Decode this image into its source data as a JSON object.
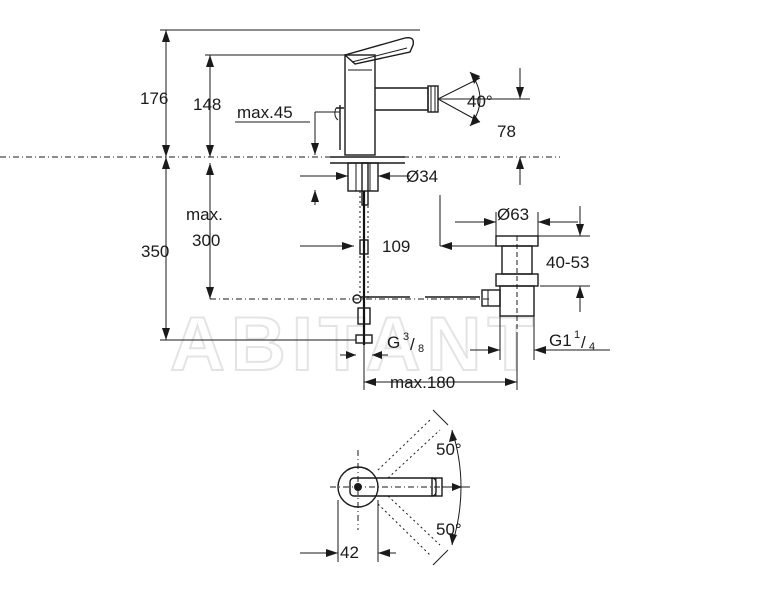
{
  "watermark": "ABITANT",
  "dimensions": {
    "h176": "176",
    "h148": "148",
    "max45": "max.45",
    "angle40": "40°",
    "d78": "78",
    "dia34": "Ø34",
    "max_label": "max.",
    "v300": "300",
    "h350": "350",
    "d109": "109",
    "dia63": "Ø63",
    "r4053": "40-53",
    "g_main": "G",
    "g_num": "3",
    "g_den": "8",
    "g1_main": "G1",
    "g1_num": "1",
    "g1_den": "4",
    "max180": "max.180",
    "angle50_top": "50°",
    "angle50_bot": "50°",
    "d42": "42"
  }
}
